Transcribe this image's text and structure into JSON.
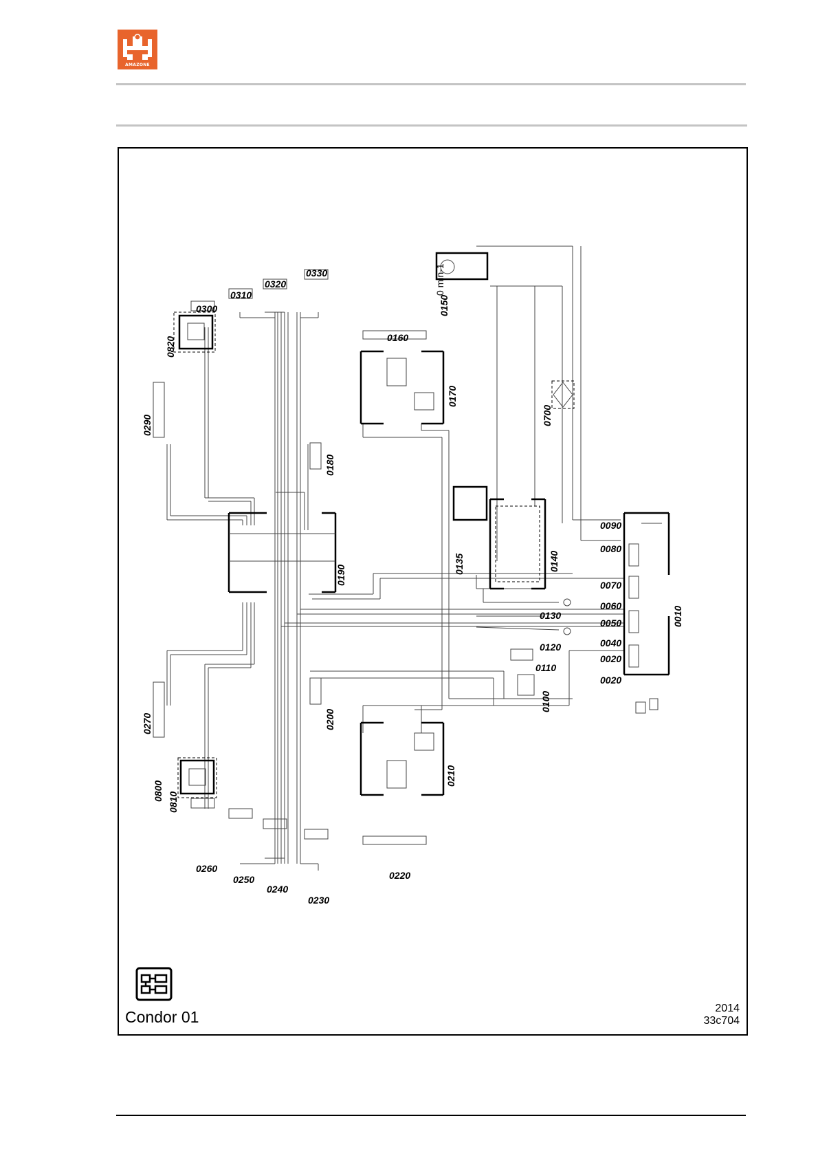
{
  "brand": {
    "name": "AMAZONE",
    "color": "#e8642c"
  },
  "footer": {
    "machine": "Condor 01",
    "year": "2014",
    "doc_id": "33c704"
  },
  "icons": {
    "logo": "amazone-logo-icon",
    "schematic": "hydraulic-schematic-icon"
  },
  "speed_label": "0 min-1",
  "components": {
    "c0010": "0010",
    "c0020a": "0020",
    "c0020b": "0020",
    "c0040": "0040",
    "c0050": "0050",
    "c0060": "0060",
    "c0070": "0070",
    "c0080": "0080",
    "c0090": "0090",
    "c0100": "0100",
    "c0110": "0110",
    "c0120": "0120",
    "c0130": "0130",
    "c0135": "0135",
    "c0140": "0140",
    "c0150": "0150",
    "c0160": "0160",
    "c0170": "0170",
    "c0180": "0180",
    "c0190": "0190",
    "c0200": "0200",
    "c0210": "0210",
    "c0220": "0220",
    "c0230": "0230",
    "c0240": "0240",
    "c0250": "0250",
    "c0260": "0260",
    "c0270": "0270",
    "c0290": "0290",
    "c0300": "0300",
    "c0310": "0310",
    "c0320": "0320",
    "c0330": "0330",
    "c0700": "0700",
    "c0800": "0800",
    "c0810": "0810",
    "c0820": "0820"
  }
}
